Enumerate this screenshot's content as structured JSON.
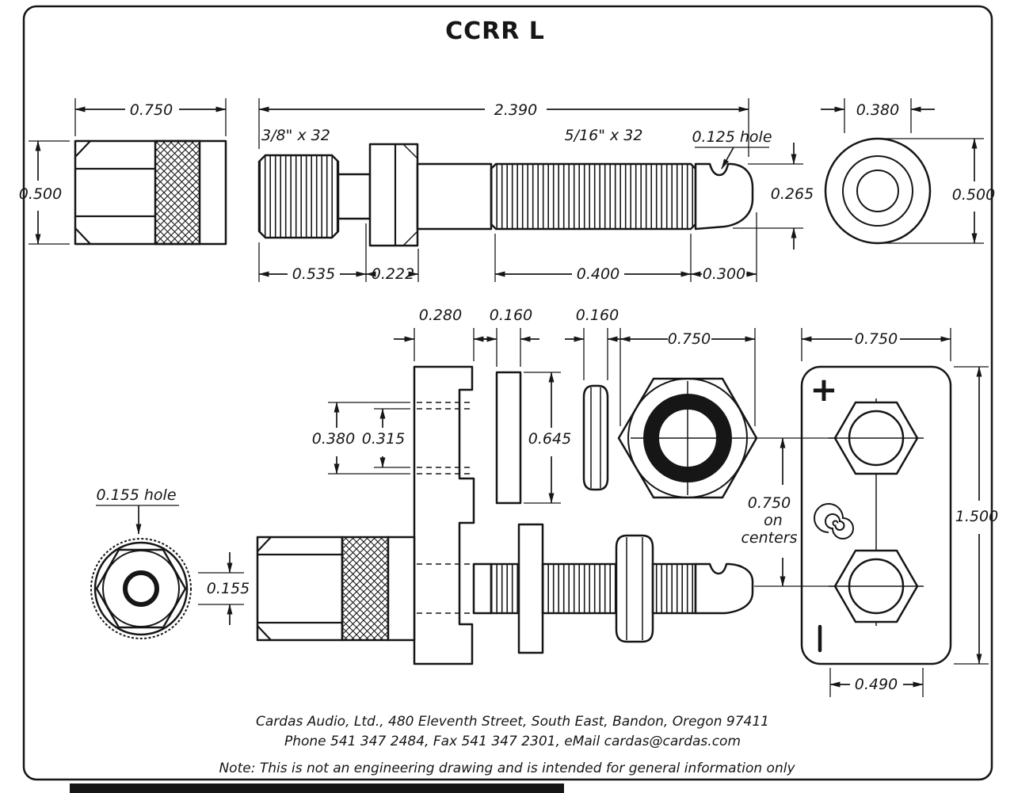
{
  "title": "CCRR L",
  "top_cap": {
    "width": "0.750",
    "height": "0.500"
  },
  "post": {
    "overall": "2.390",
    "thread_left_label": "3/8\" x 32",
    "thread_right_label": "5/16\" x 32",
    "hole_label": "0.125 hole",
    "dia": "0.265",
    "seg_a": "0.535",
    "seg_b": "0.222",
    "seg_c": "0.400",
    "seg_d": "0.300"
  },
  "end_view": {
    "bore": "0.380",
    "od": "0.500"
  },
  "mid_dims": {
    "bracket_t": "0.280",
    "washer_t": "0.160",
    "nut_t": "0.160",
    "nut_width": "0.750",
    "plate_width": "0.750"
  },
  "bracket": {
    "hole_od": "0.380",
    "hole_id": "0.315"
  },
  "washer": {
    "od": "0.645"
  },
  "knurl_nut": {
    "hole_label": "0.155 hole",
    "hole_dia": "0.155"
  },
  "plate": {
    "plus": "+",
    "centers_line1": "0.750",
    "centers_line2": "on",
    "centers_line3": "centers",
    "height": "1.500",
    "bottom_width": "0.490"
  },
  "footer": {
    "address": "Cardas Audio, Ltd., 480 Eleventh Street, South East, Bandon, Oregon 97411",
    "phone": "Phone 541 347 2484, Fax 541 347 2301, eMail cardas@cardas.com",
    "note": "Note:  This is not an engineering drawing and is intended for general information only"
  }
}
